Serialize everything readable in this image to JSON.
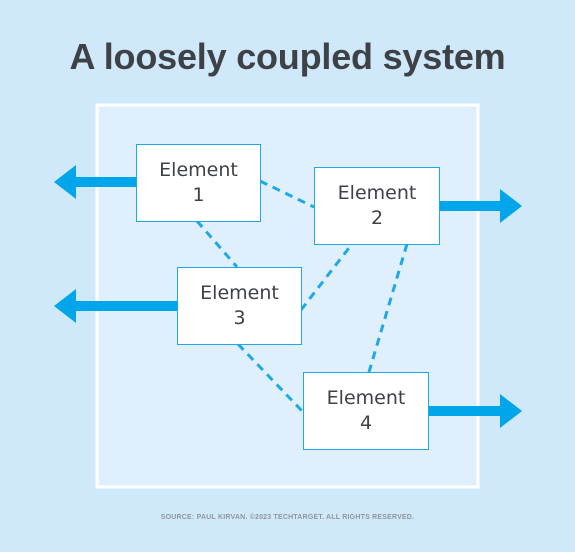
{
  "title": "A loosely coupled system",
  "elements": [
    {
      "id": "1",
      "word": "Element",
      "number": "1"
    },
    {
      "id": "2",
      "word": "Element",
      "number": "2"
    },
    {
      "id": "3",
      "word": "Element",
      "number": "3"
    },
    {
      "id": "4",
      "word": "Element",
      "number": "4"
    }
  ],
  "connections": [
    [
      "1",
      "2"
    ],
    [
      "1",
      "3"
    ],
    [
      "3",
      "2"
    ],
    [
      "3",
      "4"
    ],
    [
      "2",
      "4"
    ]
  ],
  "arrows": [
    {
      "element": "1",
      "direction": "left"
    },
    {
      "element": "2",
      "direction": "right"
    },
    {
      "element": "3",
      "direction": "left"
    },
    {
      "element": "4",
      "direction": "right"
    }
  ],
  "colors": {
    "background": "#d0e9fa",
    "panel_fill": "#dff0fc",
    "panel_border": "#ffffff",
    "accent": "#1ea9e4",
    "arrow": "#00a6e9",
    "text": "#3e4146"
  },
  "source": "SOURCE: PAUL KIRVAN. ©2023 TECHTARGET. ALL RIGHTS RESERVED."
}
